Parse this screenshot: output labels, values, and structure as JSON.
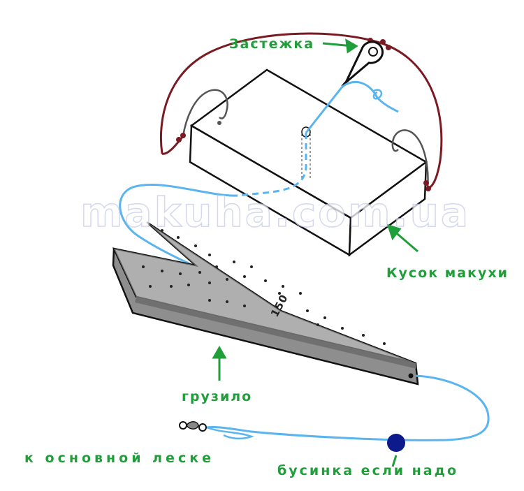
{
  "labels": {
    "clasp": "Застежка",
    "cake_piece": "Кусок макухи",
    "sinker": "грузило",
    "to_main_line": "к основной леске",
    "bead": "бусинка если надо"
  },
  "sinker_weight": "150",
  "watermark": "makuha.com.ua",
  "colors": {
    "label_green": "#1f9e3a",
    "line_blue": "#5ab4ee",
    "leash_maroon": "#7a1a22",
    "sinker_gray": "#a7a7a7",
    "bead_navy": "#0d1a8c"
  }
}
